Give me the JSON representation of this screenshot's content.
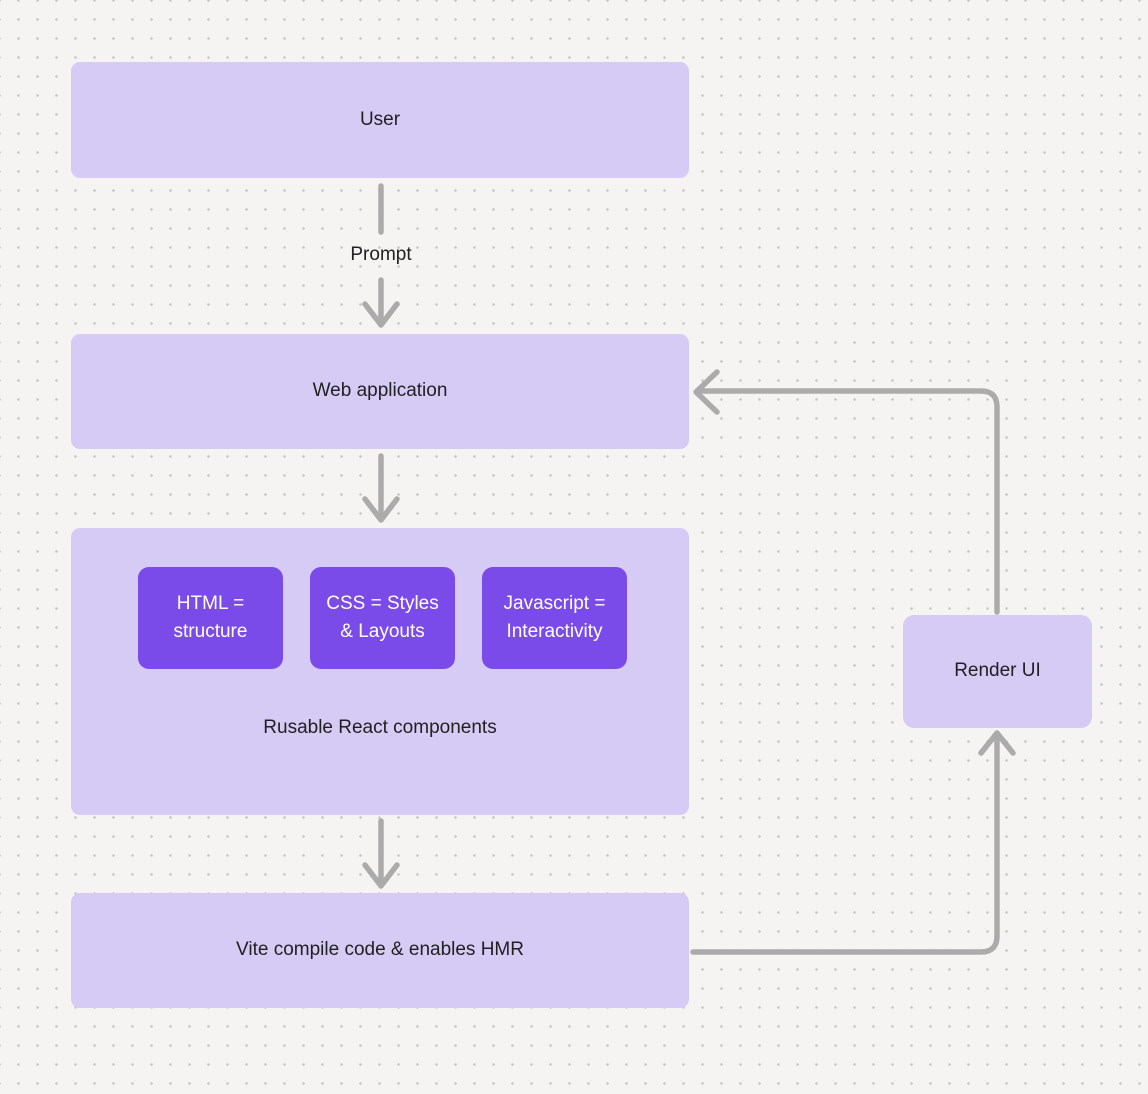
{
  "colors": {
    "canvas_bg": "#f5f4f2",
    "dot": "#c6c5c2",
    "node_fill": "#d6cbf5",
    "node_text": "#212121",
    "chip_fill": "#7a4be8",
    "chip_text": "#ffffff",
    "arrow": "#ababab"
  },
  "nodes": {
    "user": {
      "label": "User"
    },
    "web_application": {
      "label": "Web application"
    },
    "components": {
      "caption": "Rusable React components",
      "children": [
        {
          "label": "HTML = structure"
        },
        {
          "label": "CSS = Styles & Layouts"
        },
        {
          "label": "Javascript = Interactivity"
        }
      ]
    },
    "vite": {
      "label": "Vite compile code & enables HMR"
    },
    "render_ui": {
      "label": "Render UI"
    }
  },
  "edges": {
    "prompt_label": "Prompt"
  }
}
